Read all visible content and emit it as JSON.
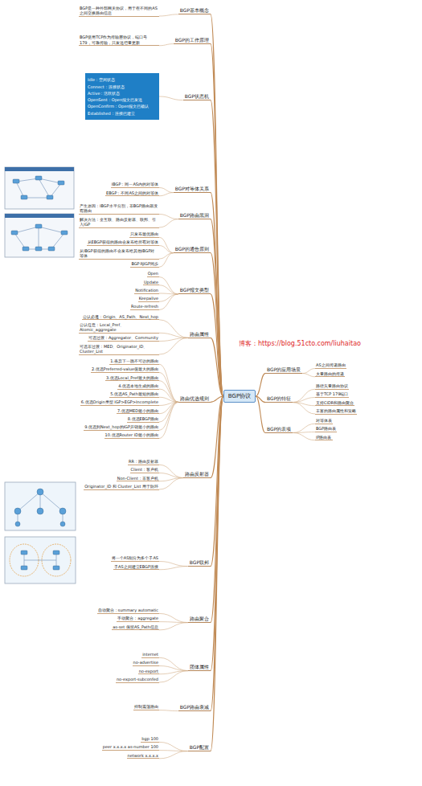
{
  "diagram": {
    "nodes": [
      {
        "text": [
          "BGP协议"
        ]
      },
      {
        "text": [
          "BGP基本概念"
        ]
      },
      {
        "text": [
          "BGP是一种外部网关协议，用于在不同的AS之间交换路由信息"
        ]
      },
      {
        "text": [
          "BGP的工作原理"
        ]
      },
      {
        "text": [
          "BGP使用TCP作为传输层协议，端口号179，可靠传输，只发送增量更新"
        ]
      },
      {
        "text": [
          "BGP状态机"
        ]
      },
      {
        "text": [
          "Idle：空闲状态",
          "Connect：连接状态",
          "Active：活跃状态",
          "OpenSent：Open报文已发送",
          "OpenConfirm：Open报文已确认",
          "Established：连接已建立"
        ]
      },
      {
        "text": [
          "BGP对等体关系"
        ]
      },
      {
        "text": [
          "IBGP：同一AS内的对等体"
        ]
      },
      {
        "text": [
          "EBGP：不同AS之间的对等体"
        ]
      },
      {
        "text": [
          "BGP路由黑洞"
        ]
      },
      {
        "text": [
          "产生原因：IBGP水平分割，非BGP路由器没有路由"
        ]
      },
      {
        "text": [
          "解决方法：全互联、路由反射器、联邦、引入IGP"
        ]
      },
      {
        "text": [
          "BGP的通告原则"
        ]
      },
      {
        "text": [
          "只发布最优路由"
        ]
      },
      {
        "text": [
          "从EBGP获得的路由会发布给所有对等体"
        ]
      },
      {
        "text": [
          "从IBGP获得的路由不会发布给其他IBGP对等体"
        ]
      },
      {
        "text": [
          "BGP与IGP同步"
        ]
      },
      {
        "text": [
          "BGP报文类型"
        ]
      },
      {
        "text": [
          "Open"
        ]
      },
      {
        "text": [
          "Update"
        ]
      },
      {
        "text": [
          "Notification"
        ]
      },
      {
        "text": [
          "Keepalive"
        ]
      },
      {
        "text": [
          "Route-refresh"
        ]
      },
      {
        "text": [
          "路由属性"
        ]
      },
      {
        "text": [
          "公认必遵：Origin、AS_Path、Next_hop"
        ]
      },
      {
        "text": [
          "公认任意：Local_Pref、Atomic_aggregate"
        ]
      },
      {
        "text": [
          "可选过渡：Aggregator、Community"
        ]
      },
      {
        "text": [
          "可选非过渡：MED、Originator_ID、Cluster_List"
        ]
      },
      {
        "text": [
          "路由优选规则"
        ]
      },
      {
        "text": [
          "1.丢弃下一跳不可达的路由"
        ]
      },
      {
        "text": [
          "2.优选Preferred-value值最大的路由"
        ]
      },
      {
        "text": [
          "3.优选Local_Pref最大的路由"
        ]
      },
      {
        "text": [
          "4.优选本地生成的路由"
        ]
      },
      {
        "text": [
          "5.优选AS_Path最短的路由"
        ]
      },
      {
        "text": [
          "6.优选Origin类型 IGP>EGP>Incomplete"
        ]
      },
      {
        "text": [
          "7.优选MED最小的路由"
        ]
      },
      {
        "text": [
          "8.优选EBGP路由"
        ]
      },
      {
        "text": [
          "9.优选到Next_hop的IGP开销最小的路由"
        ]
      },
      {
        "text": [
          "10.优选Router ID最小的路由"
        ]
      },
      {
        "text": [
          "路由反射器"
        ]
      },
      {
        "text": [
          "RR：路由反射器"
        ]
      },
      {
        "text": [
          "Client：客户机"
        ]
      },
      {
        "text": [
          "Non-Client：非客户机"
        ]
      },
      {
        "text": [
          "Originator_ID 和 Cluster_List 用于防环"
        ]
      },
      {
        "text": [
          "BGP联邦"
        ]
      },
      {
        "text": [
          "将一个AS划分为多个子AS"
        ]
      },
      {
        "text": [
          "子AS之间建立EBGP连接"
        ]
      },
      {
        "text": [
          "路由聚合"
        ]
      },
      {
        "text": [
          "自动聚合：summary automatic"
        ]
      },
      {
        "text": [
          "手动聚合：aggregate"
        ]
      },
      {
        "text": [
          "as-set 保留AS_Path信息"
        ]
      },
      {
        "text": [
          "团体属性"
        ]
      },
      {
        "text": [
          "internet"
        ]
      },
      {
        "text": [
          "no-advertise"
        ]
      },
      {
        "text": [
          "no-export"
        ]
      },
      {
        "text": [
          "no-export-subconfed"
        ]
      },
      {
        "text": [
          "BGP路由衰减"
        ]
      },
      {
        "text": [
          "抑制震荡路由"
        ]
      },
      {
        "text": [
          "BGP配置"
        ]
      },
      {
        "text": [
          "bgp 100"
        ]
      },
      {
        "text": [
          "peer x.x.x.x as-number 100"
        ]
      },
      {
        "text": [
          "network x.x.x.x"
        ]
      },
      {
        "text": [
          "BGP的应用场景"
        ]
      },
      {
        "text": [
          "AS之间传递路由"
        ]
      },
      {
        "text": [
          "大量路由的传递"
        ]
      },
      {
        "text": [
          "BGP的特征"
        ]
      },
      {
        "text": [
          "路径矢量路由协议"
        ]
      },
      {
        "text": [
          "基于TCP 179端口"
        ]
      },
      {
        "text": [
          "支持CIDR和路由聚合"
        ]
      },
      {
        "text": [
          "丰富的路由属性和策略"
        ]
      },
      {
        "text": [
          "BGP的表项"
        ]
      },
      {
        "text": [
          "对等体表"
        ]
      },
      {
        "text": [
          "BGP路由表"
        ]
      },
      {
        "text": [
          "IP路由表"
        ]
      }
    ],
    "edges": [
      {
        "from": 0,
        "to": 1,
        "arrow": "none"
      },
      {
        "from": 0,
        "to": 3,
        "arrow": "none"
      },
      {
        "from": 0,
        "to": 5,
        "arrow": "none"
      },
      {
        "from": 0,
        "to": 7,
        "arrow": "none"
      },
      {
        "from": 0,
        "to": 10,
        "arrow": "none"
      },
      {
        "from": 0,
        "to": 13,
        "arrow": "none"
      },
      {
        "from": 0,
        "to": 18,
        "arrow": "none"
      },
      {
        "from": 0,
        "to": 24,
        "arrow": "none"
      },
      {
        "from": 0,
        "to": 29,
        "arrow": "none"
      },
      {
        "from": 0,
        "to": 40,
        "arrow": "none"
      },
      {
        "from": 0,
        "to": 45,
        "arrow": "none"
      },
      {
        "from": 0,
        "to": 48,
        "arrow": "none"
      },
      {
        "from": 0,
        "to": 52,
        "arrow": "none"
      },
      {
        "from": 0,
        "to": 57,
        "arrow": "none"
      },
      {
        "from": 0,
        "to": 59,
        "arrow": "none"
      },
      {
        "from": 0,
        "to": 63,
        "arrow": "none"
      },
      {
        "from": 0,
        "to": 66,
        "arrow": "none"
      },
      {
        "from": 0,
        "to": 71,
        "arrow": "none"
      },
      {
        "from": 1,
        "to": 2,
        "arrow": "none"
      },
      {
        "from": 3,
        "to": 4,
        "arrow": "none"
      },
      {
        "from": 5,
        "to": 6,
        "arrow": "none"
      },
      {
        "from": 7,
        "to": 8,
        "arrow": "none"
      },
      {
        "from": 7,
        "to": 9,
        "arrow": "none"
      },
      {
        "from": 10,
        "to": 11,
        "arrow": "none"
      },
      {
        "from": 10,
        "to": 12,
        "arrow": "none"
      },
      {
        "from": 13,
        "to": 14,
        "arrow": "none"
      },
      {
        "from": 13,
        "to": 15,
        "arrow": "none"
      },
      {
        "from": 13,
        "to": 16,
        "arrow": "none"
      },
      {
        "from": 13,
        "to": 17,
        "arrow": "none"
      },
      {
        "from": 18,
        "to": 19,
        "arrow": "none"
      },
      {
        "from": 18,
        "to": 20,
        "arrow": "none"
      },
      {
        "from": 18,
        "to": 21,
        "arrow": "none"
      },
      {
        "from": 18,
        "to": 22,
        "arrow": "none"
      },
      {
        "from": 18,
        "to": 23,
        "arrow": "none"
      },
      {
        "from": 24,
        "to": 25,
        "arrow": "none"
      },
      {
        "from": 24,
        "to": 26,
        "arrow": "none"
      },
      {
        "from": 24,
        "to": 27,
        "arrow": "none"
      },
      {
        "from": 24,
        "to": 28,
        "arrow": "none"
      },
      {
        "from": 29,
        "to": 30,
        "arrow": "none"
      },
      {
        "from": 29,
        "to": 31,
        "arrow": "none"
      },
      {
        "from": 29,
        "to": 32,
        "arrow": "none"
      },
      {
        "from": 29,
        "to": 33,
        "arrow": "none"
      },
      {
        "from": 29,
        "to": 34,
        "arrow": "none"
      },
      {
        "from": 29,
        "to": 35,
        "arrow": "none"
      },
      {
        "from": 29,
        "to": 36,
        "arrow": "none"
      },
      {
        "from": 29,
        "to": 37,
        "arrow": "none"
      },
      {
        "from": 29,
        "to": 38,
        "arrow": "none"
      },
      {
        "from": 29,
        "to": 39,
        "arrow": "none"
      },
      {
        "from": 40,
        "to": 41,
        "arrow": "none"
      },
      {
        "from": 40,
        "to": 42,
        "arrow": "none"
      },
      {
        "from": 40,
        "to": 43,
        "arrow": "none"
      },
      {
        "from": 40,
        "to": 44,
        "arrow": "none"
      },
      {
        "from": 45,
        "to": 46,
        "arrow": "none"
      },
      {
        "from": 45,
        "to": 47,
        "arrow": "none"
      },
      {
        "from": 48,
        "to": 49,
        "arrow": "none"
      },
      {
        "from": 48,
        "to": 50,
        "arrow": "none"
      },
      {
        "from": 48,
        "to": 51,
        "arrow": "none"
      },
      {
        "from": 52,
        "to": 53,
        "arrow": "none"
      },
      {
        "from": 52,
        "to": 54,
        "arrow": "none"
      },
      {
        "from": 52,
        "to": 55,
        "arrow": "none"
      },
      {
        "from": 52,
        "to": 56,
        "arrow": "none"
      },
      {
        "from": 57,
        "to": 58,
        "arrow": "none"
      },
      {
        "from": 59,
        "to": 60,
        "arrow": "none"
      },
      {
        "from": 59,
        "to": 61,
        "arrow": "none"
      },
      {
        "from": 59,
        "to": 62,
        "arrow": "none"
      },
      {
        "from": 63,
        "to": 64,
        "arrow": "none"
      },
      {
        "from": 63,
        "to": 65,
        "arrow": "none"
      },
      {
        "from": 66,
        "to": 67,
        "arrow": "none"
      },
      {
        "from": 66,
        "to": 68,
        "arrow": "none"
      },
      {
        "from": 66,
        "to": 69,
        "arrow": "none"
      },
      {
        "from": 66,
        "to": 70,
        "arrow": "none"
      },
      {
        "from": 71,
        "to": 72,
        "arrow": "none"
      },
      {
        "from": 71,
        "to": 73,
        "arrow": "none"
      },
      {
        "from": 71,
        "to": 74,
        "arrow": "none"
      }
    ],
    "labels": [
      "博客：https://blog.51cto.com/liuhaitao"
    ]
  }
}
